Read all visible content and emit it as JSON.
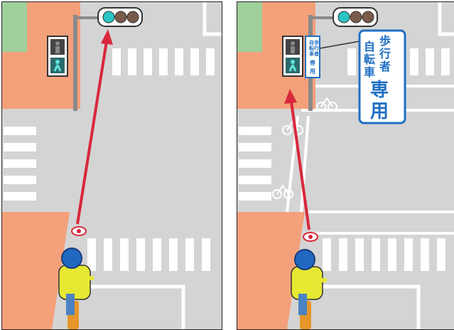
{
  "colors": {
    "road": "#d4d4d4",
    "sidewalk": "#f4a07a",
    "building": "#9fcf9a",
    "crosswalk": "#ffffff",
    "arrow": "#d8283a",
    "signal_green": "#29c4c4",
    "signal_off": "#7a5a4a",
    "sign_blue": "#1f6fc2",
    "helmet": "#2068c0",
    "shirt": "#e6e832",
    "bicycle": "#e6962a"
  },
  "panels": [
    {
      "id": "left",
      "icons": [
        "traffic-light",
        "pedestrian-signal",
        "cyclist",
        "eye-marker",
        "route-arrow"
      ]
    },
    {
      "id": "right",
      "icons": [
        "traffic-light",
        "pedestrian-signal",
        "cyclist",
        "eye-marker",
        "route-arrow",
        "bicycle-lane-marking"
      ],
      "sign": {
        "small_lines": [
          "自",
          "転",
          "車",
          "歩",
          "行",
          "者",
          "専",
          "用"
        ],
        "large": {
          "col1_top": "自",
          "col1_bottom": "転",
          "col1_3": "車",
          "col2_top": "歩",
          "col2_mid": "行",
          "col2_bottom": "者",
          "bottom1": "専",
          "bottom2": "用"
        }
      }
    }
  ]
}
